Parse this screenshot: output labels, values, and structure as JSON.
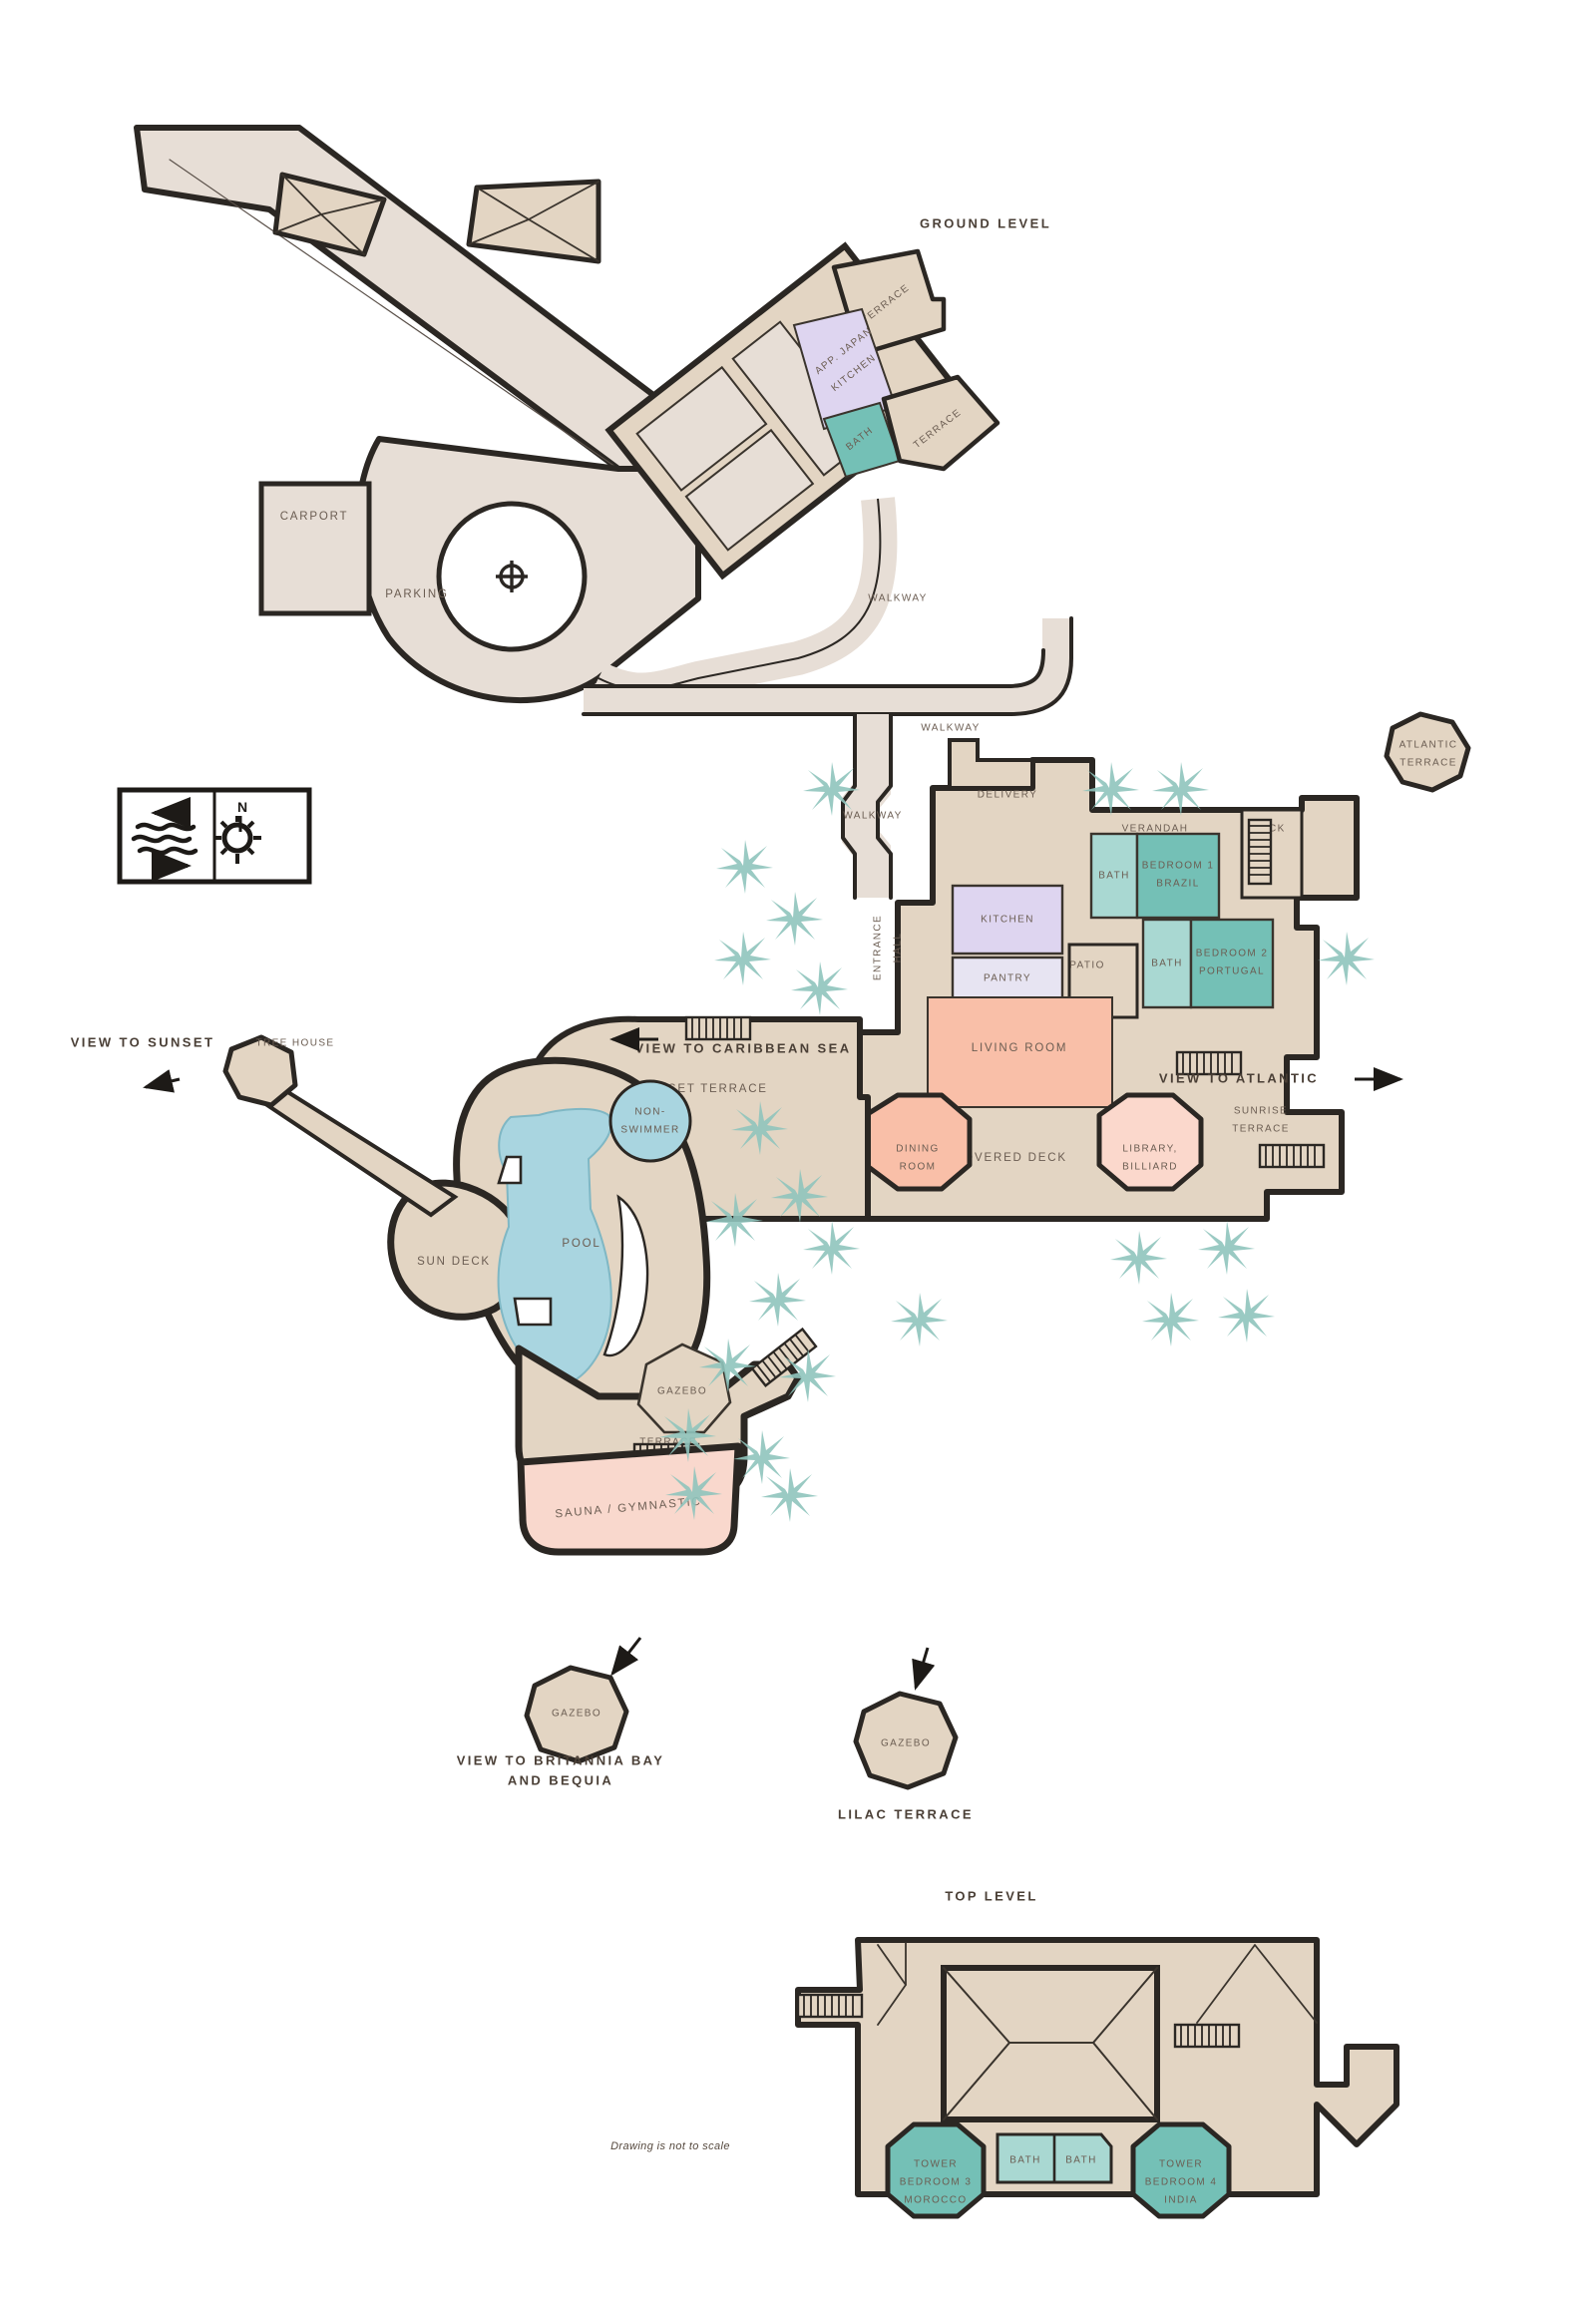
{
  "plan": {
    "title_ground": "GROUND LEVEL",
    "title_top": "TOP LEVEL",
    "footnote": "Drawing is not to scale",
    "colors": {
      "deck": "#e3d5c3",
      "paving": "#e7ded6",
      "living": "#f9bfa8",
      "dining": "#f9bfa8",
      "library": "#fbd8cc",
      "sauna": "#f9d8cd",
      "bedroom": "#74c0b6",
      "bath": "#a9d8d2",
      "kitchen": "#ded5f0",
      "pantry": "#e7e4f2",
      "pool": "#a9d5e0",
      "palm": "#8fc4bc",
      "ink": "#2b2723",
      "text": "#6b5d52"
    }
  },
  "ground": {
    "rooms": [
      {
        "id": "carport",
        "label": "CARPORT"
      },
      {
        "id": "parking",
        "label": "PARKING"
      },
      {
        "id": "terrace-ne-1",
        "label": "TERRACE"
      },
      {
        "id": "terrace-ne-2",
        "label": "TERRACE"
      },
      {
        "id": "app-japan",
        "label": "APP. JAPAN\nKITCHEN"
      },
      {
        "id": "bath-japan",
        "label": "BATH"
      },
      {
        "id": "walkway-1",
        "label": "WALKWAY"
      },
      {
        "id": "walkway-2",
        "label": "WALKWAY"
      },
      {
        "id": "walkway-3",
        "label": "WALKWAY"
      },
      {
        "id": "delivery",
        "label": "DELIVERY"
      },
      {
        "id": "entrance-hall",
        "label": "ENTRANCE\nHALL"
      },
      {
        "id": "kitchen",
        "label": "KITCHEN"
      },
      {
        "id": "pantry",
        "label": "PANTRY"
      },
      {
        "id": "patio",
        "label": "PATIO"
      },
      {
        "id": "verandah",
        "label": "VERANDAH"
      },
      {
        "id": "deck",
        "label": "DECK"
      },
      {
        "id": "bath-1",
        "label": "BATH"
      },
      {
        "id": "bedroom-1",
        "label": "BEDROOM 1\nBRAZIL"
      },
      {
        "id": "bath-2",
        "label": "BATH"
      },
      {
        "id": "bedroom-2",
        "label": "BEDROOM 2\nPORTUGAL"
      },
      {
        "id": "living-room",
        "label": "LIVING ROOM"
      },
      {
        "id": "dining-room",
        "label": "DINING\nROOM"
      },
      {
        "id": "covered-deck",
        "label": "COVERED DECK"
      },
      {
        "id": "library",
        "label": "LIBRARY,\nBILLIARD"
      },
      {
        "id": "sunset-terrace",
        "label": "SUNSET TERRACE"
      },
      {
        "id": "sunrise-terrace",
        "label": "SUNRISE\nTERRACE"
      },
      {
        "id": "atlantic-terrace",
        "label": "ATLANTIC\nTERRACE"
      },
      {
        "id": "pool",
        "label": "POOL"
      },
      {
        "id": "non-swimmer",
        "label": "NON-\nSWIMMER"
      },
      {
        "id": "sun-deck",
        "label": "SUN DECK"
      },
      {
        "id": "gazebo-pool",
        "label": "GAZEBO"
      },
      {
        "id": "terrace-pool",
        "label": "TERRACE"
      },
      {
        "id": "sauna",
        "label": "SAUNA / GYMNASTIC"
      },
      {
        "id": "tree-house",
        "label": "TREE HOUSE"
      },
      {
        "id": "gazebo-britannia",
        "label": "GAZEBO"
      },
      {
        "id": "gazebo-lilac",
        "label": "GAZEBO"
      }
    ],
    "annotations": [
      {
        "id": "view-sunset",
        "label": "VIEW TO SUNSET"
      },
      {
        "id": "view-caribbean",
        "label": "VIEW TO CARIBBEAN SEA"
      },
      {
        "id": "view-atlantic",
        "label": "VIEW TO ATLANTIC"
      },
      {
        "id": "view-britannia",
        "label": "VIEW TO BRITANNIA BAY\nAND BEQUIA"
      },
      {
        "id": "lilac-terrace",
        "label": "LILAC TERRACE"
      }
    ]
  },
  "top_level": {
    "rooms": [
      {
        "id": "tower-bedroom-3",
        "label": "TOWER\nBEDROOM 3\nMOROCCO"
      },
      {
        "id": "bath-3",
        "label": "BATH"
      },
      {
        "id": "bath-4",
        "label": "BATH"
      },
      {
        "id": "tower-bedroom-4",
        "label": "TOWER\nBEDROOM 4\nINDIA"
      }
    ]
  },
  "compass": {
    "north_label": "N",
    "wind_icon": "wind-waves-icon",
    "sun_icon": "sun-north-icon"
  }
}
